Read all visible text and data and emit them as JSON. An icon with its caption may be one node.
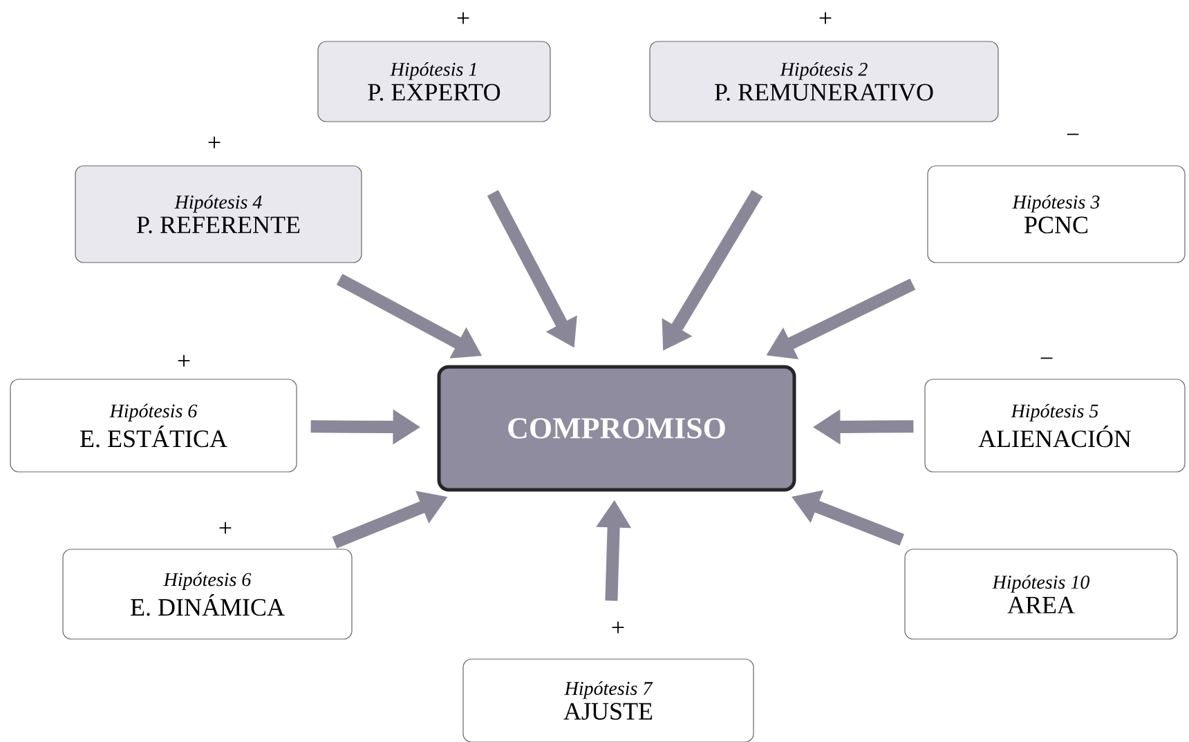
{
  "diagram": {
    "nodes": [
      {
        "text": [
          "Hipótesis 1",
          "P. EXPERTO"
        ],
        "beside": [
          "+"
        ]
      },
      {
        "text": [
          "Hipótesis 2",
          "P. REMUNERATIVO"
        ],
        "beside": [
          "+"
        ]
      },
      {
        "text": [
          "Hipótesis 4",
          "P. REFERENTE"
        ],
        "beside": [
          "+"
        ]
      },
      {
        "text": [
          "Hipótesis 3",
          "PCNC"
        ],
        "beside": [
          "−"
        ]
      },
      {
        "text": [
          "Hipótesis 6",
          "E. ESTÁTICA"
        ],
        "beside": [
          "+"
        ]
      },
      {
        "text": [
          "COMPROMISO"
        ]
      },
      {
        "text": [
          "Hipótesis 5",
          "ALIENACIÓN"
        ],
        "beside": [
          "−"
        ]
      },
      {
        "text": [
          "Hipótesis 6",
          "E. DINÁMICA"
        ],
        "beside": [
          "+"
        ]
      },
      {
        "text": [
          "Hipótesis 10",
          "AREA"
        ]
      },
      {
        "text": [
          "Hipótesis 7",
          "AJUSTE"
        ],
        "beside": [
          "+"
        ]
      }
    ],
    "edges": [
      {
        "from": 0,
        "to": 5,
        "arrow": "to"
      },
      {
        "from": 1,
        "to": 5,
        "arrow": "to"
      },
      {
        "from": 2,
        "to": 5,
        "arrow": "to"
      },
      {
        "from": 3,
        "to": 5,
        "arrow": "to"
      },
      {
        "from": 4,
        "to": 5,
        "arrow": "to"
      },
      {
        "from": 6,
        "to": 5,
        "arrow": "to"
      },
      {
        "from": 7,
        "to": 5,
        "arrow": "to"
      },
      {
        "from": 8,
        "to": 5,
        "arrow": "to"
      },
      {
        "from": 9,
        "to": 5,
        "arrow": "to"
      }
    ]
  }
}
